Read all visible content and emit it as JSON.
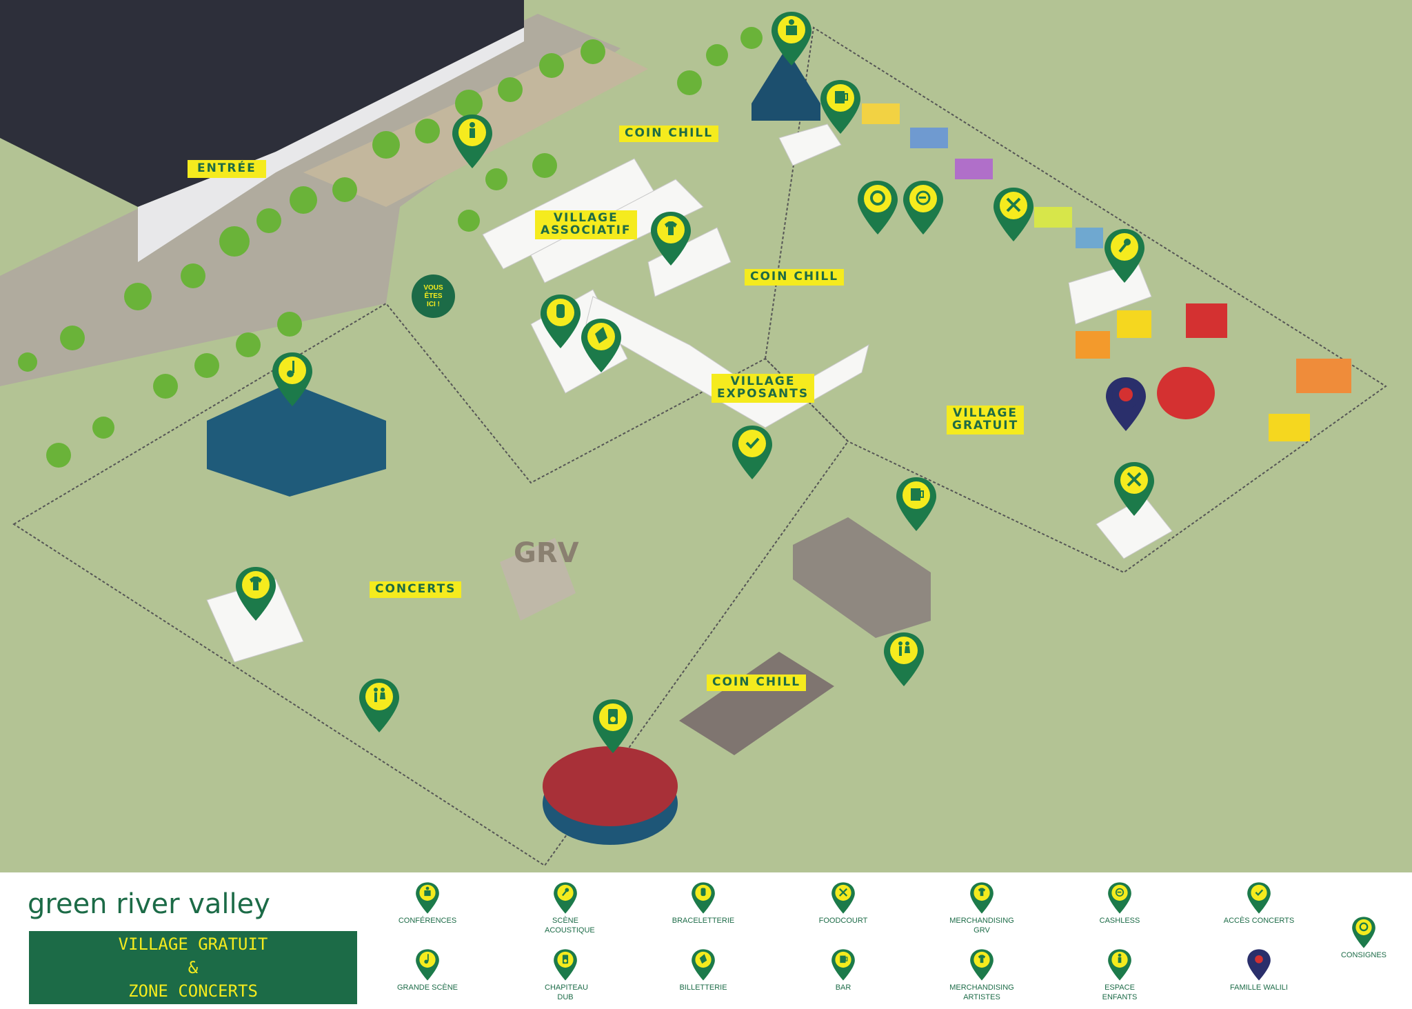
{
  "map": {
    "zone_labels": {
      "entree": "ENTRÉE",
      "coin_chill_1": "COIN CHILL",
      "coin_chill_2": "COIN CHILL",
      "coin_chill_3": "COIN CHILL",
      "village_associatif_1": "VILLAGE",
      "village_associatif_2": "ASSOCIATIF",
      "village_exposants_1": "VILLAGE",
      "village_exposants_2": "EXPOSANTS",
      "village_gratuit_1": "VILLAGE",
      "village_gratuit_2": "GRATUIT",
      "concerts": "CONCERTS",
      "vous_1": "VOUS",
      "vous_2": "ÊTES",
      "vous_3": "ICI !",
      "grv_sign": "GRV"
    },
    "pins": [
      {
        "id": "conferences",
        "icon": "lectern-icon",
        "color": "#1c7a4a"
      },
      {
        "id": "espace-enfants",
        "icon": "child-icon",
        "color": "#1c7a4a"
      },
      {
        "id": "bar-1",
        "icon": "beer-icon",
        "color": "#1c7a4a"
      },
      {
        "id": "consignes",
        "icon": "recycle-icon",
        "color": "#1c7a4a"
      },
      {
        "id": "cashless",
        "icon": "euro-icon",
        "color": "#1c7a4a"
      },
      {
        "id": "foodcourt-1",
        "icon": "fork-knife-icon",
        "color": "#1c7a4a"
      },
      {
        "id": "scene-acoustique",
        "icon": "microphone-icon",
        "color": "#1c7a4a"
      },
      {
        "id": "merch-artistes",
        "icon": "shirt-icon",
        "color": "#1c7a4a"
      },
      {
        "id": "bracelets",
        "icon": "wristband-icon",
        "color": "#1c7a4a"
      },
      {
        "id": "billetterie",
        "icon": "ticket-icon",
        "color": "#1c7a4a"
      },
      {
        "id": "grande-scene",
        "icon": "music-note-icon",
        "color": "#1c7a4a"
      },
      {
        "id": "famille-walili",
        "icon": "walili-icon",
        "color": "#2a2f6b"
      },
      {
        "id": "acces-concerts",
        "icon": "checkmark-icon",
        "color": "#1c7a4a"
      },
      {
        "id": "bar-2",
        "icon": "beer-icon",
        "color": "#1c7a4a"
      },
      {
        "id": "foodcourt-2",
        "icon": "fork-knife-icon",
        "color": "#1c7a4a"
      },
      {
        "id": "merch-grv",
        "icon": "shirt-icon",
        "color": "#1c7a4a"
      },
      {
        "id": "toilets-1",
        "icon": "toilets-icon",
        "color": "#1c7a4a"
      },
      {
        "id": "toilets-2",
        "icon": "toilets-icon",
        "color": "#1c7a4a"
      },
      {
        "id": "chapiteau-dub",
        "icon": "speaker-icon",
        "color": "#1c7a4a"
      }
    ]
  },
  "legend": {
    "brand": "green river valley",
    "zone_line1": "VILLAGE GRATUIT",
    "zone_line2": "&",
    "zone_line3": "ZONE CONCERTS",
    "items": [
      {
        "label": "CONFÉRENCES",
        "icon": "lectern-icon"
      },
      {
        "label": "SCÈNE ACOUSTIQUE",
        "icon": "microphone-icon"
      },
      {
        "label": "BRACELETTERIE",
        "icon": "wristband-icon"
      },
      {
        "label": "FOODCOURT",
        "icon": "fork-knife-icon"
      },
      {
        "label": "MERCHANDISING GRV",
        "icon": "shirt-icon"
      },
      {
        "label": "CASHLESS",
        "icon": "euro-icon"
      },
      {
        "label": "ACCÈS CONCERTS",
        "icon": "checkmark-icon"
      },
      {
        "label": "GRANDE SCÈNE",
        "icon": "music-note-icon"
      },
      {
        "label": "CHAPITEAU DUB",
        "icon": "speaker-icon"
      },
      {
        "label": "BILLETTERIE",
        "icon": "ticket-icon"
      },
      {
        "label": "BAR",
        "icon": "beer-icon"
      },
      {
        "label": "MERCHANDISING ARTISTES",
        "icon": "shirt-icon"
      },
      {
        "label": "ESPACE ENFANTS",
        "icon": "child-icon"
      },
      {
        "label": "FAMILLE WALILI",
        "icon": "walili-icon"
      },
      {
        "label": "CONSIGNES",
        "icon": "recycle-icon"
      }
    ]
  }
}
